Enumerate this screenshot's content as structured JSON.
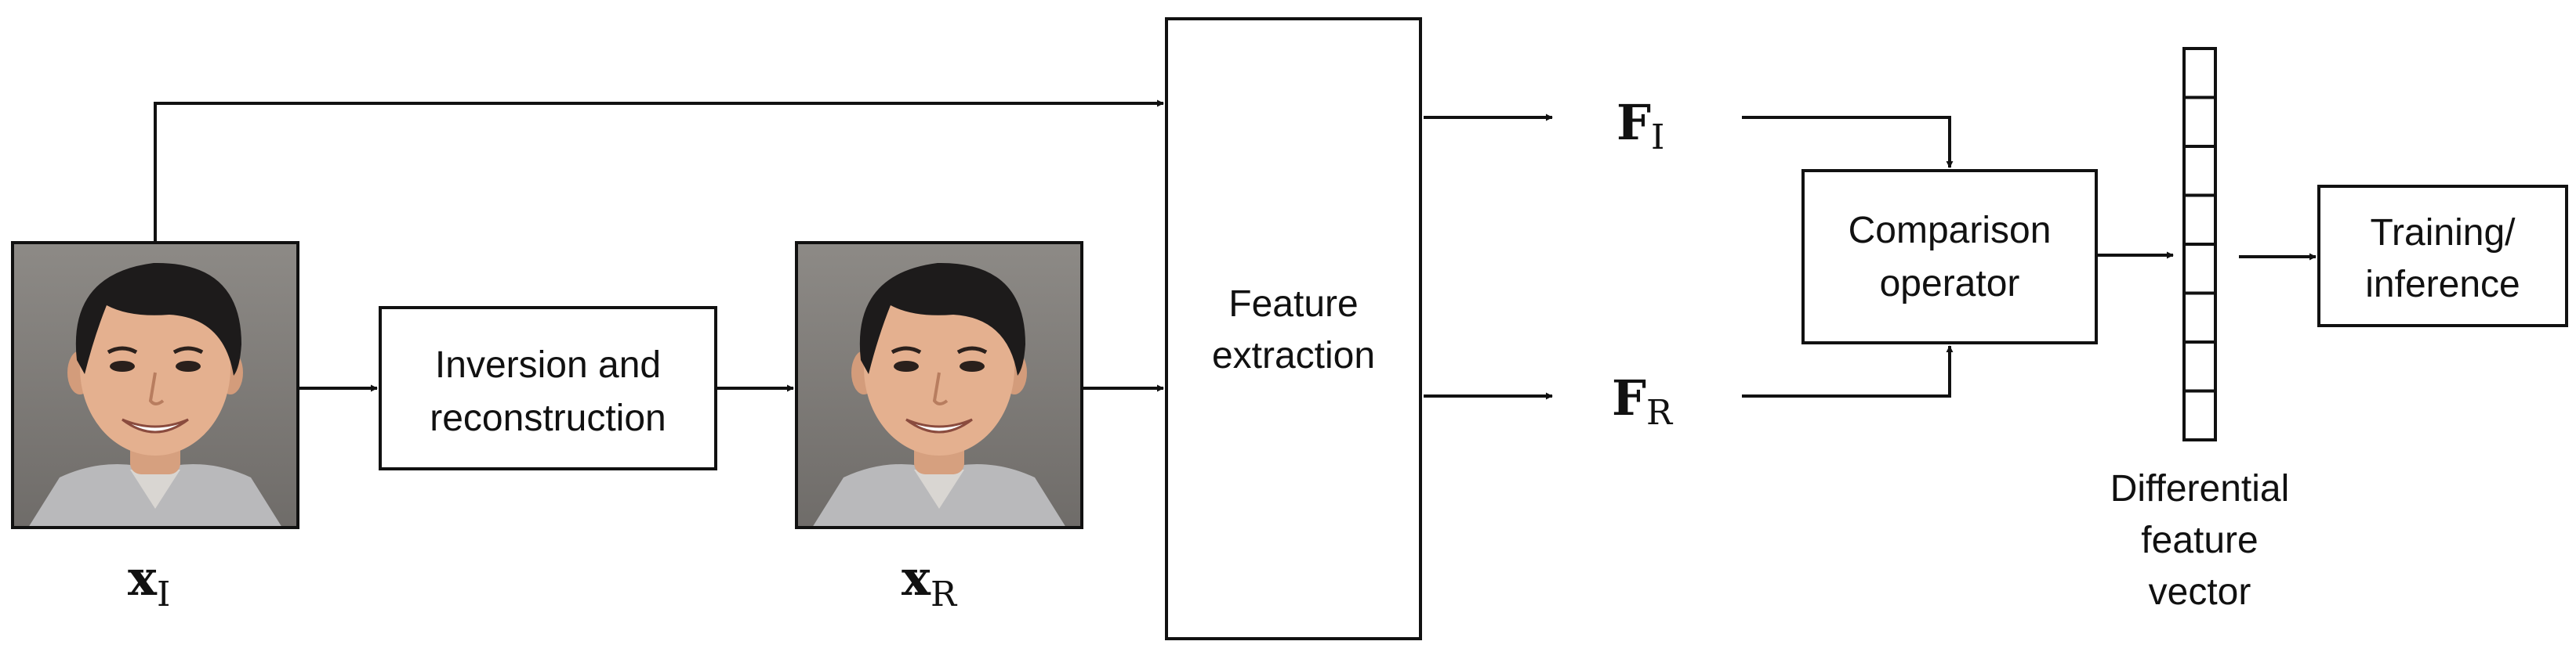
{
  "input_image": {
    "label_main": "x",
    "label_sub": "I",
    "icon": "face-photo-icon"
  },
  "reconstructed_image": {
    "label_main": "x",
    "label_sub": "R",
    "icon": "face-photo-icon"
  },
  "inversion_box": {
    "line1": "Inversion and",
    "line2": "reconstruction"
  },
  "feature_box": {
    "line1": "Feature",
    "line2": "extraction"
  },
  "feature_input": {
    "label_main": "F",
    "label_sub": "I"
  },
  "feature_recon": {
    "label_main": "F",
    "label_sub": "R"
  },
  "comparison_box": {
    "line1": "Comparison",
    "line2": "operator"
  },
  "diff_vector": {
    "cells": 8,
    "line1": "Differential",
    "line2": "feature",
    "line3": "vector"
  },
  "training_box": {
    "line1": "Training/",
    "line2": "inference"
  },
  "colors": {
    "stroke": "#111111",
    "background": "#ffffff"
  }
}
